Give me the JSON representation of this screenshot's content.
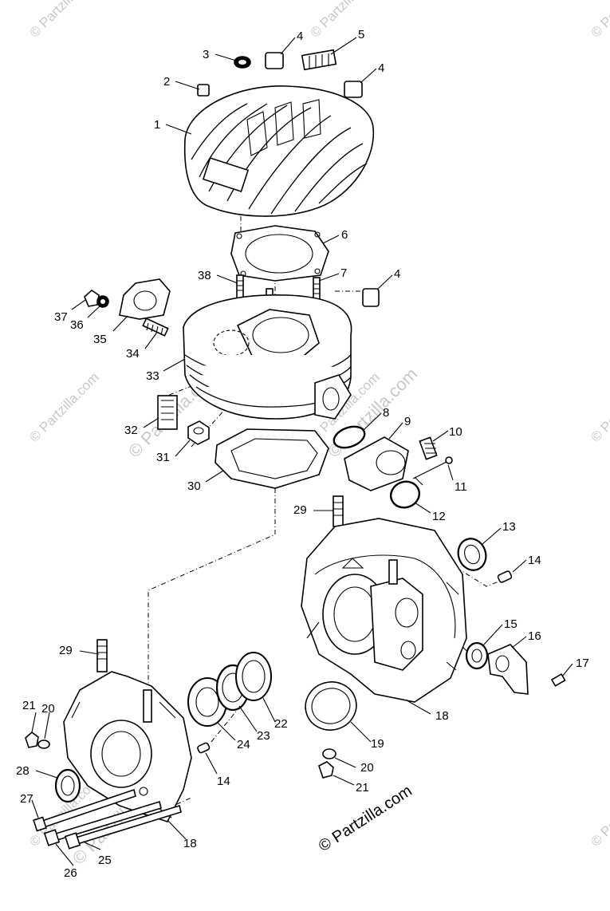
{
  "watermark": {
    "brand": "© Partzilla.com",
    "color": "#c8c8c8"
  },
  "credit": {
    "text": "© Partzilla.com"
  },
  "callouts": [
    {
      "id": "c1",
      "label": "1"
    },
    {
      "id": "c2",
      "label": "2"
    },
    {
      "id": "c3",
      "label": "3"
    },
    {
      "id": "c4a",
      "label": "4"
    },
    {
      "id": "c5",
      "label": "5"
    },
    {
      "id": "c4b",
      "label": "4"
    },
    {
      "id": "c6",
      "label": "6"
    },
    {
      "id": "c38",
      "label": "38"
    },
    {
      "id": "c7",
      "label": "7"
    },
    {
      "id": "c4c",
      "label": "4"
    },
    {
      "id": "c37",
      "label": "37"
    },
    {
      "id": "c36",
      "label": "36"
    },
    {
      "id": "c35",
      "label": "35"
    },
    {
      "id": "c34",
      "label": "34"
    },
    {
      "id": "c33",
      "label": "33"
    },
    {
      "id": "c32",
      "label": "32"
    },
    {
      "id": "c8",
      "label": "8"
    },
    {
      "id": "c9",
      "label": "9"
    },
    {
      "id": "c10",
      "label": "10"
    },
    {
      "id": "c31",
      "label": "31"
    },
    {
      "id": "c11",
      "label": "11"
    },
    {
      "id": "c30",
      "label": "30"
    },
    {
      "id": "c12",
      "label": "12"
    },
    {
      "id": "c29a",
      "label": "29"
    },
    {
      "id": "c13",
      "label": "13"
    },
    {
      "id": "c14a",
      "label": "14"
    },
    {
      "id": "c15",
      "label": "15"
    },
    {
      "id": "c16",
      "label": "16"
    },
    {
      "id": "c17",
      "label": "17"
    },
    {
      "id": "c29b",
      "label": "29"
    },
    {
      "id": "c18a",
      "label": "18"
    },
    {
      "id": "c21a",
      "label": "21"
    },
    {
      "id": "c20a",
      "label": "20"
    },
    {
      "id": "c22",
      "label": "22"
    },
    {
      "id": "c23",
      "label": "23"
    },
    {
      "id": "c24",
      "label": "24"
    },
    {
      "id": "c19",
      "label": "19"
    },
    {
      "id": "c28",
      "label": "28"
    },
    {
      "id": "c14b",
      "label": "14"
    },
    {
      "id": "c20b",
      "label": "20"
    },
    {
      "id": "c21b",
      "label": "21"
    },
    {
      "id": "c27",
      "label": "27"
    },
    {
      "id": "c18b",
      "label": "18"
    },
    {
      "id": "c25",
      "label": "25"
    },
    {
      "id": "c26",
      "label": "26"
    }
  ]
}
